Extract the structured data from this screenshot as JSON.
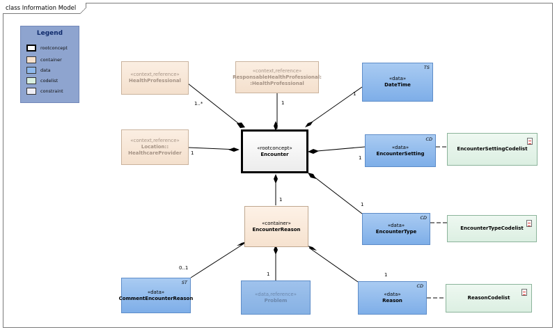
{
  "frame_title": "class Information Model",
  "legend": {
    "title": "Legend",
    "items": [
      {
        "label": "rootconcept",
        "color": "#ffffff"
      },
      {
        "label": "container",
        "color": "#f6e1cd"
      },
      {
        "label": "data",
        "color": "#8fb9ec"
      },
      {
        "label": "codelist",
        "color": "#d8efe1"
      },
      {
        "label": "constraint",
        "color": "#eeeef6"
      }
    ]
  },
  "classes": {
    "health_professional": {
      "stereotype": "«context,reference»",
      "name": "HealthProfessional"
    },
    "responsible_hp": {
      "stereotype": "«context,reference»",
      "name_line1": "ResponsableHealthProfessional:",
      "name_line2": ":HealthProfessional"
    },
    "date_time": {
      "stereotype": "«data»",
      "name": "DateTime",
      "tag": "TS"
    },
    "location": {
      "stereotype": "«context,reference»",
      "name_line1": "Location::",
      "name_line2": "HealthcareProvider"
    },
    "encounter": {
      "stereotype": "«rootconcept»",
      "name": "Encounter"
    },
    "encounter_setting": {
      "stereotype": "«data»",
      "name": "EncounterSetting",
      "tag": "CD"
    },
    "encounter_setting_codelist": {
      "name": "EncounterSettingCodelist"
    },
    "encounter_reason": {
      "stereotype": "«container»",
      "name": "EncounterReason"
    },
    "encounter_type": {
      "stereotype": "«data»",
      "name": "EncounterType",
      "tag": "CD"
    },
    "encounter_type_codelist": {
      "name": "EncounterTypeCodelist"
    },
    "comment_encounter_reason": {
      "stereotype": "«data»",
      "name": "CommentEncounterReason",
      "tag": "ST"
    },
    "problem": {
      "stereotype": "«data,reference»",
      "name": "Problem"
    },
    "reason": {
      "stereotype": "«data»",
      "name": "Reason",
      "tag": "CD"
    },
    "reason_codelist": {
      "name": "ReasonCodelist"
    }
  },
  "multiplicities": {
    "health_professional": "1..*",
    "responsible_hp": "1",
    "date_time": "1",
    "location": "1",
    "encounter_setting": "1",
    "encounter_type": "1",
    "encounter_reason": "1",
    "comment_encounter_reason": "0..1",
    "problem": "1",
    "reason": "1"
  }
}
